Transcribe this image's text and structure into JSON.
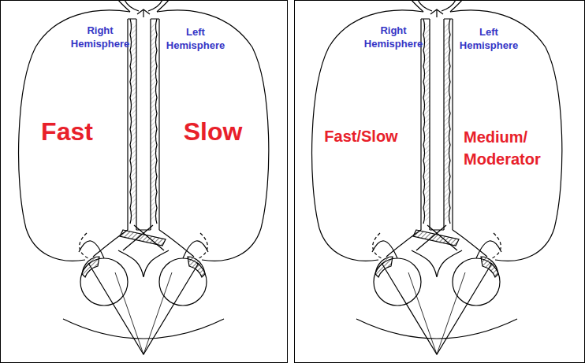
{
  "diagram": {
    "labels": [
      "Right Hemisphere",
      "Left Hemisphere",
      "Fast",
      "Slow",
      "Right Hemisphere",
      "Left Hemisphere",
      "Fast/Slow",
      "Medium/ Moderator"
    ]
  }
}
